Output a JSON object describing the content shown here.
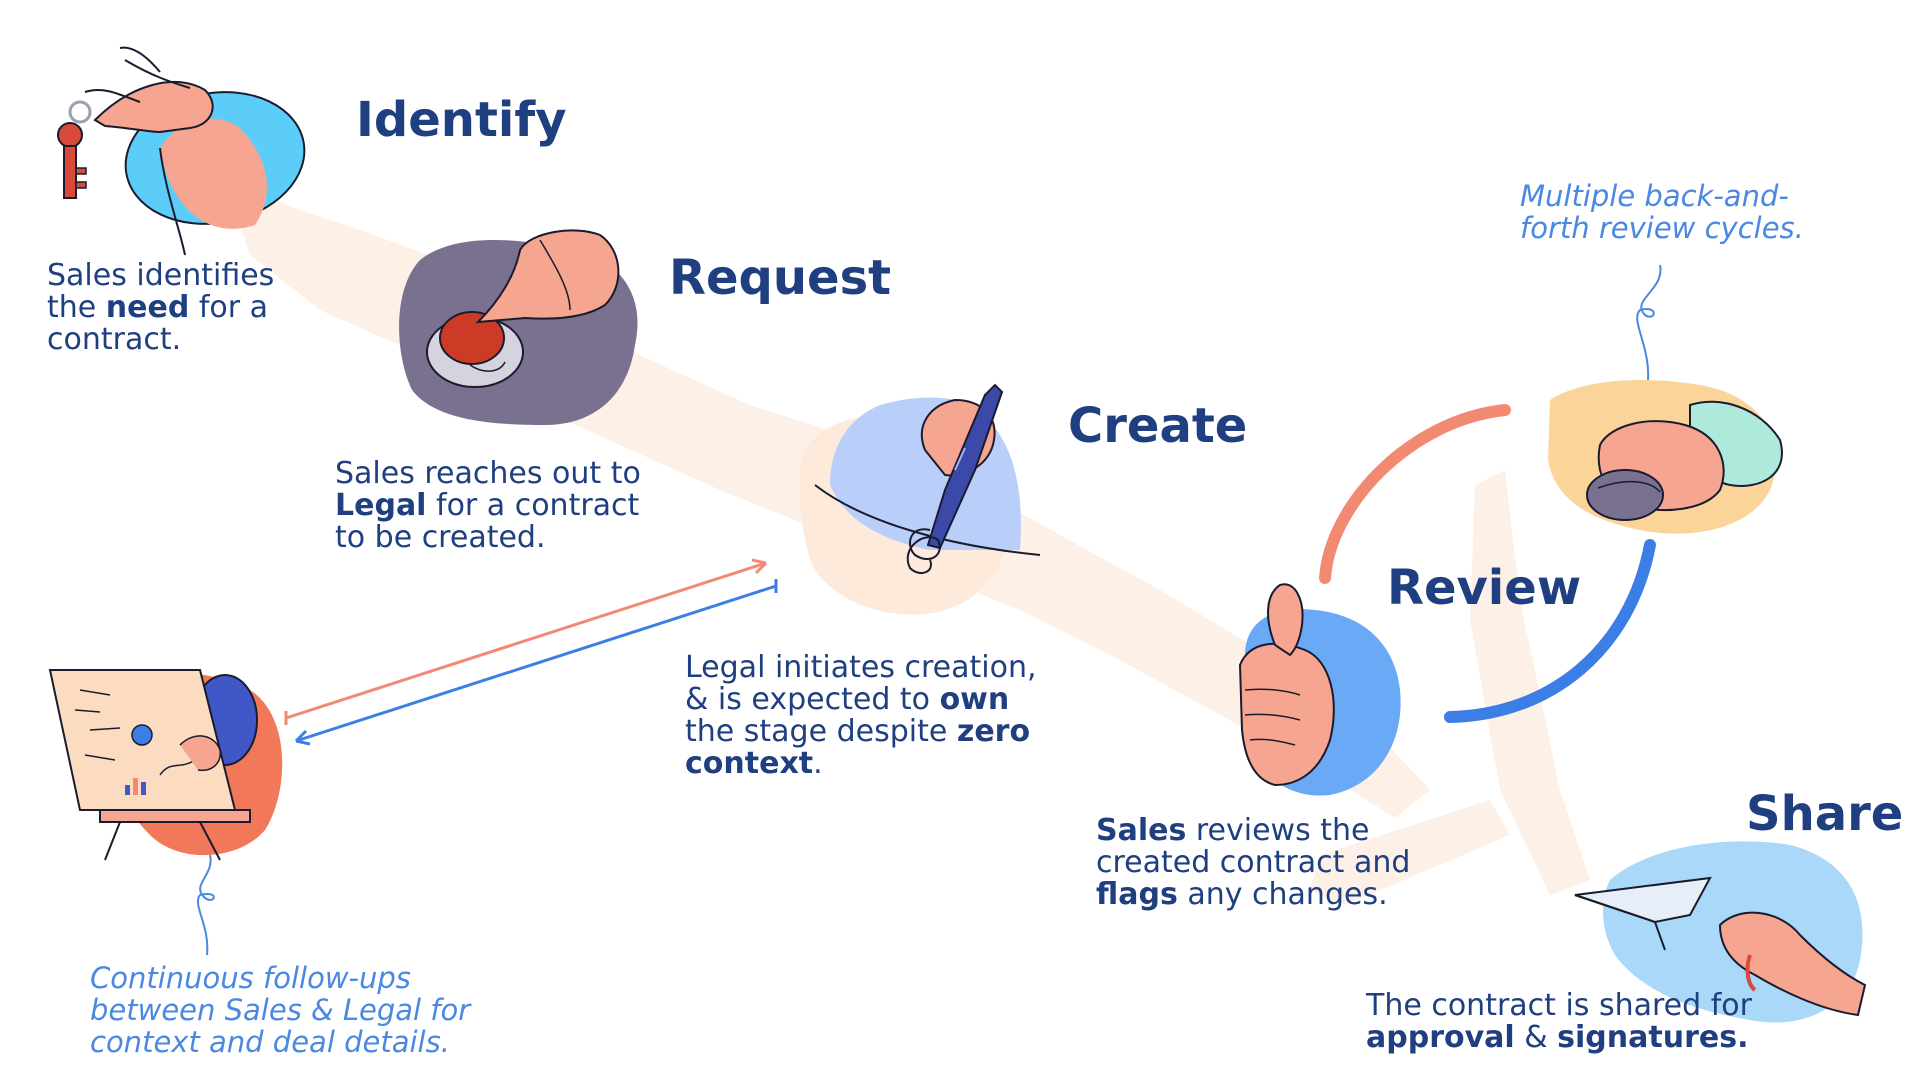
{
  "colors": {
    "title": "#1f3f80",
    "text": "#1f3f80",
    "note": "#4a88e2",
    "path": "#fdf0e6",
    "skin": "#f5a590",
    "accent_red": "#f28a73",
    "accent_blue": "#3b7fe6"
  },
  "stages": [
    {
      "id": "identify",
      "title": "Identify",
      "icon": "hand-with-key-icon",
      "text": {
        "l1a": "Sales identifies",
        "l2a": "the ",
        "l2b": "need",
        "l2c": " for a",
        "l3a": "contract."
      }
    },
    {
      "id": "request",
      "title": "Request",
      "icon": "finger-pressing-button-icon",
      "text": {
        "l1a": "Sales reaches out to",
        "l2a": "Legal",
        "l2b": " for a contract",
        "l3a": "to be created."
      }
    },
    {
      "id": "create",
      "title": "Create",
      "icon": "pen-signing-icon",
      "text": {
        "l1a": "Legal initiates creation,",
        "l2a": "& is expected to ",
        "l2b": "own",
        "l3a": "the stage despite ",
        "l3b": "zero",
        "l4a": "context",
        "l4b": "."
      }
    },
    {
      "id": "review",
      "title": "Review",
      "icon": "thumbs-up-icon",
      "text": {
        "l1a": "Sales",
        "l1b": " reviews the",
        "l2a": "created contract and",
        "l3a": "flags",
        "l3b": " any changes."
      }
    },
    {
      "id": "share",
      "title": "Share",
      "icon": "paper-plane-hand-icon",
      "text": {
        "l1a": "The contract is shared for",
        "l2a": "approval",
        "l2b": " & ",
        "l2c": "signatures."
      }
    }
  ],
  "notes": {
    "review_cycles": {
      "l1": "Multiple back-and-",
      "l2": "forth review cycles."
    },
    "follow_ups": {
      "l1": "Continuous follow-ups",
      "l2": "between Sales & Legal for",
      "l3": "context and deal details."
    }
  }
}
